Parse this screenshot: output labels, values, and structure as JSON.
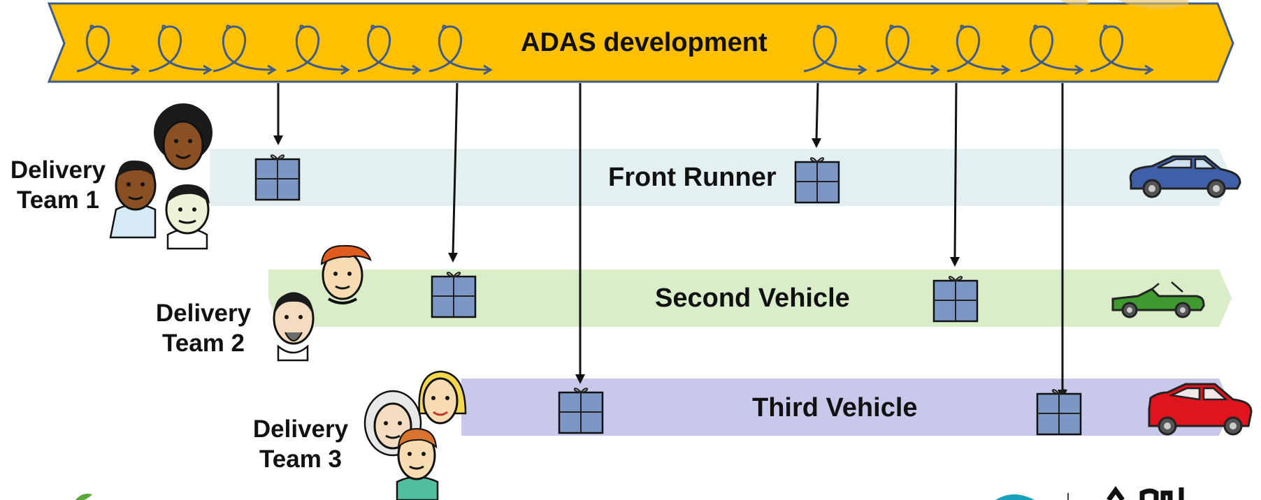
{
  "banner": {
    "title": "ADAS development",
    "color": "#FFC000",
    "border_color": "#3E5B8A",
    "loop_color": "#3E5B8A"
  },
  "lanes": [
    {
      "title": "Front Runner",
      "color": "#E2F0F2",
      "vehicle": "blue-suv-icon",
      "vehicle_color": "#3F5FA8"
    },
    {
      "title": "Second Vehicle",
      "color": "#D8EDC8",
      "vehicle": "green-convertible-icon",
      "vehicle_color": "#3E9A2E"
    },
    {
      "title": "Third Vehicle",
      "color": "#C8C8EA",
      "vehicle": "red-hatchback-icon",
      "vehicle_color": "#E0141E"
    }
  ],
  "teams": [
    {
      "line1": "Delivery",
      "line2": "Team 1"
    },
    {
      "line1": "Delivery",
      "line2": "Team 2"
    },
    {
      "line1": "Delivery",
      "line2": "Team 3"
    }
  ],
  "package": {
    "icon": "gift-box-icon",
    "color": "#7C97C4"
  },
  "arrow_color": "#111111"
}
